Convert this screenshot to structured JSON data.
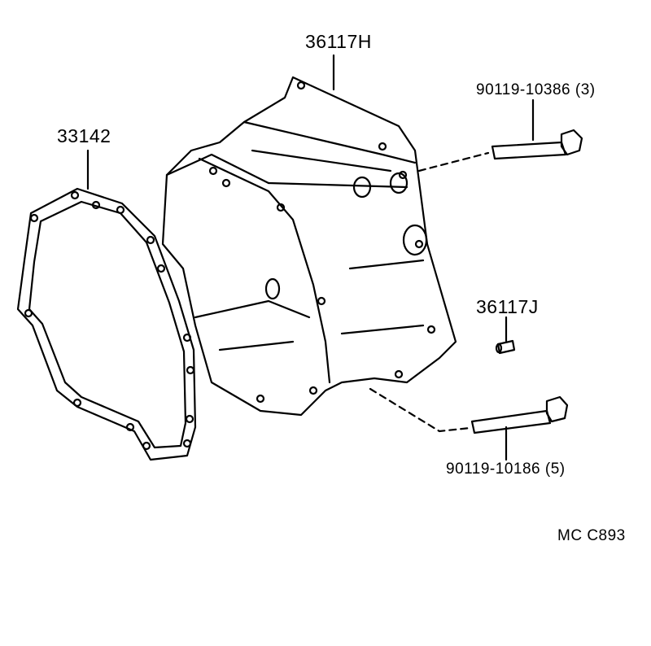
{
  "diagram": {
    "type": "exploded parts diagram",
    "parts": [
      {
        "id": "gasket",
        "part_number": "33142",
        "qty": ""
      },
      {
        "id": "cover",
        "part_number": "36117H",
        "qty": ""
      },
      {
        "id": "bolt-upper",
        "part_number": "90119-10386",
        "qty": "(3)"
      },
      {
        "id": "pin",
        "part_number": "36117J",
        "qty": ""
      },
      {
        "id": "bolt-lower",
        "part_number": "90119-10186",
        "qty": "(5)"
      }
    ],
    "figure_code": "MC C893",
    "colors": {
      "line": "#000000",
      "background": "#ffffff"
    }
  }
}
